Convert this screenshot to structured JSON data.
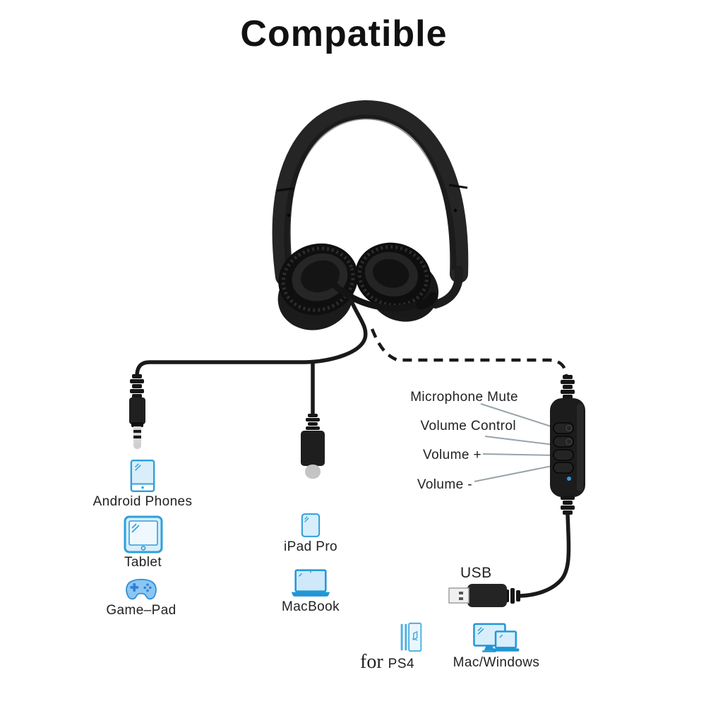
{
  "title": "Compatible",
  "callouts": [
    {
      "label": "Microphone Mute"
    },
    {
      "label": "Volume Control"
    },
    {
      "label": "Volume +"
    },
    {
      "label": "Volume -"
    }
  ],
  "connector_labels": {
    "usb": "USB"
  },
  "devices": {
    "android_phones": {
      "label": "Android Phones"
    },
    "tablet": {
      "label": "Tablet"
    },
    "game_pad": {
      "label": "Game–Pad"
    },
    "ipad_pro": {
      "label": "iPad Pro"
    },
    "macbook": {
      "label": "MacBook"
    },
    "ps4": {
      "prefix": "for",
      "label": "PS4"
    },
    "mac_windows": {
      "label": "Mac/Windows"
    }
  },
  "colors": {
    "icon_stroke_blue": "#2ea0da",
    "icon_fill_blue": "#d9eefb",
    "gamepad_fill_blue": "#8cc6f2",
    "deep_blue": "#2f7fd6",
    "cable_black": "#1a1a1a",
    "leader_gray": "#98a4ab",
    "led_blue": "#2e9bdf",
    "text_black": "#111111"
  }
}
